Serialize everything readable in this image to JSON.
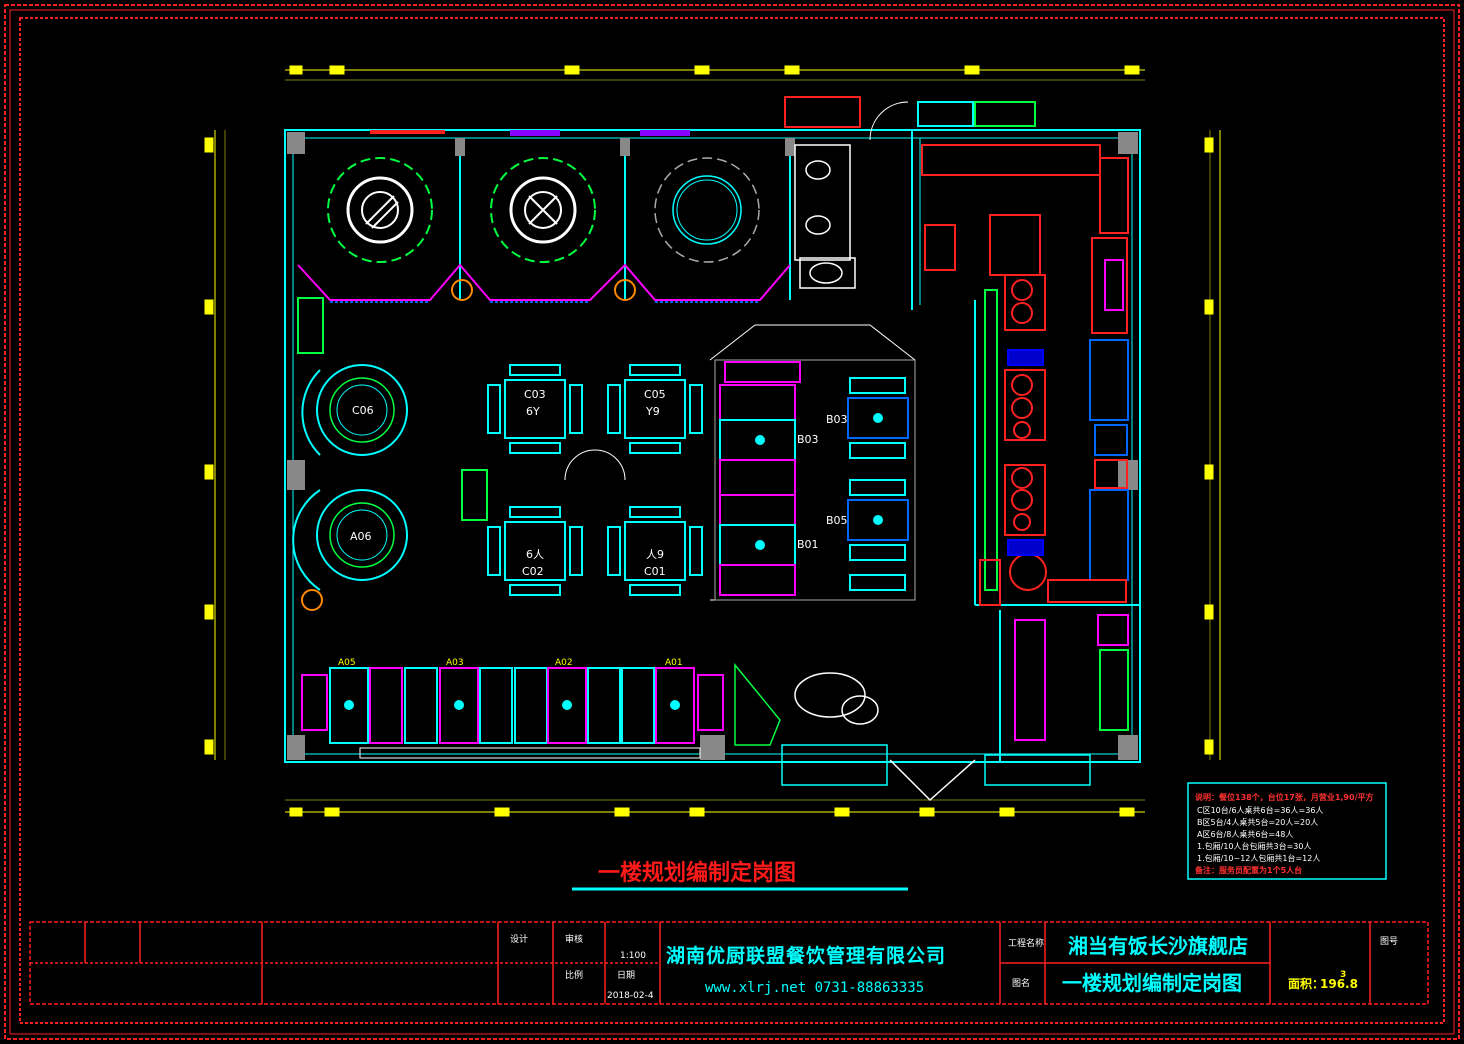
{
  "drawing": {
    "title": "一楼规划编制定岗图",
    "colors": {
      "background": "#000000",
      "frame": "#ff2020",
      "wall": "#00ffff",
      "furniture_green": "#00ff40",
      "magenta": "#ff00ff",
      "yellow": "#ffff00",
      "white": "#ffffff"
    }
  },
  "tables": {
    "c03": {
      "id": "C03",
      "seats": "6Y"
    },
    "c05": {
      "id": "C05",
      "seats": "Y9"
    },
    "c02": {
      "id": "C02",
      "seats": "6人"
    },
    "c01": {
      "id": "C01",
      "seats": "人9"
    },
    "b03a": {
      "id": "B03"
    },
    "b03b": {
      "id": "B03"
    },
    "b05": {
      "id": "B05"
    },
    "b01": {
      "id": "B01"
    },
    "c06": {
      "id": "C06"
    },
    "a06": {
      "id": "A06"
    },
    "a05": {
      "id": "A05"
    },
    "a03": {
      "id": "A03"
    },
    "a02": {
      "id": "A02"
    },
    "a01": {
      "id": "A01"
    }
  },
  "notes": {
    "line1": "说明：餐位138个，台位17张，月营业1,90/平方",
    "line2": "C区10台/6人桌共6台=36人=36人",
    "line3": "B区5台/4人桌共5台=20人=20人",
    "line4": "A区6台/8人桌共6台=48人",
    "line5": "1.包厢/10人台包厢共3台=30人",
    "line6": "1.包厢/10~12人包厢共1台=12人",
    "line7": "备注：服务员配置为1个5人台"
  },
  "titleblock": {
    "company": "湖南优厨联盟餐饮管理有限公司",
    "contact": "www.xlrj.net  0731-88863335",
    "project": "湘当有饭长沙旗舰店",
    "drawing_name": "一楼规划编制定岗图",
    "area_label": "面积：",
    "area_value": "196.8",
    "area_unit": "3",
    "scale": "1:100",
    "date": "2018-02-4",
    "small_labels": [
      "设计",
      "审核",
      "比例",
      "日期",
      "图号",
      "工程名称",
      "图名"
    ]
  }
}
